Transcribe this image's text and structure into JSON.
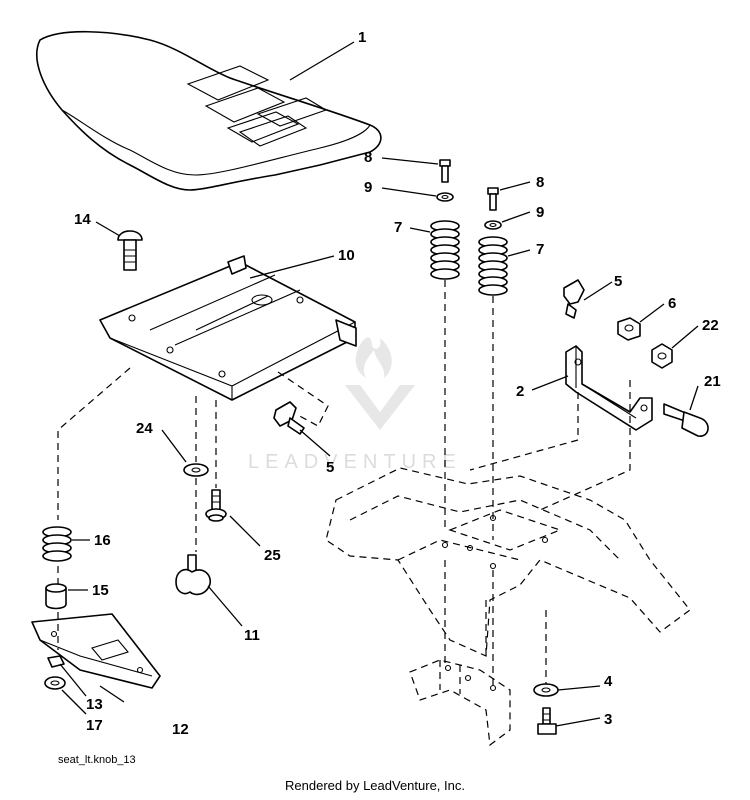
{
  "figure_id": "seat_lt.knob_13",
  "footer": "Rendered by LeadVenture, Inc.",
  "watermark": "LEADVENTURE",
  "callouts": {
    "c1": "1",
    "c2": "2",
    "c3": "3",
    "c4": "4",
    "c5a": "5",
    "c5b": "5",
    "c6": "6",
    "c7a": "7",
    "c7b": "7",
    "c8a": "8",
    "c8b": "8",
    "c9a": "9",
    "c9b": "9",
    "c10": "10",
    "c11": "11",
    "c12": "12",
    "c13": "13",
    "c14": "14",
    "c15": "15",
    "c16": "16",
    "c17": "17",
    "c21": "21",
    "c22": "22",
    "c24": "24",
    "c25": "25"
  }
}
